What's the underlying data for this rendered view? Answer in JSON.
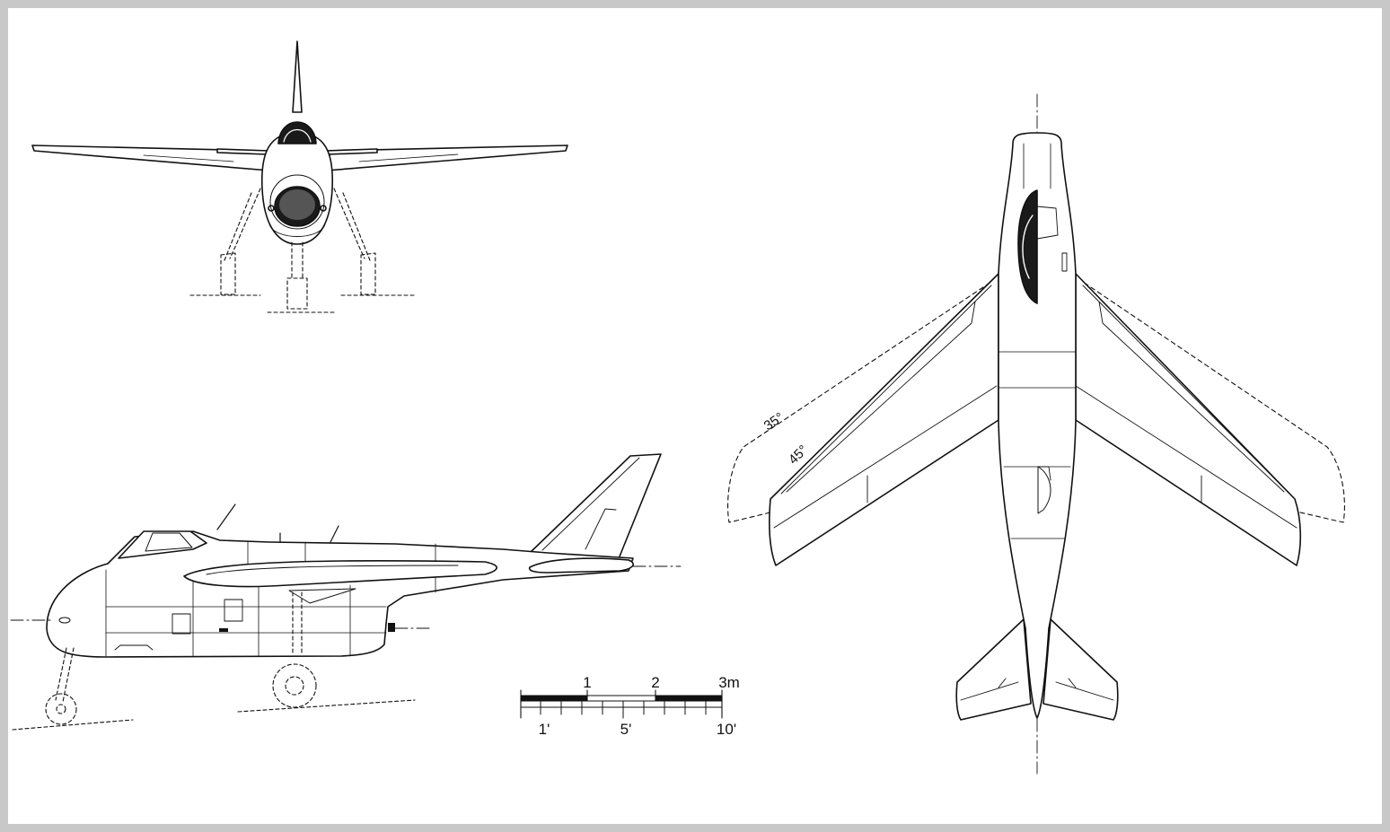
{
  "colors": {
    "frame": "#c8c8c8",
    "ink": "#111111",
    "canopy_dark": "#1a1a1a",
    "background": "#ffffff"
  },
  "scale_bar": {
    "metric_labels": [
      "1",
      "2",
      "3m"
    ],
    "imperial_labels": [
      "1'",
      "5'",
      "10'"
    ]
  },
  "sweep_angles": {
    "angle_a": "35°",
    "angle_b": "45°"
  }
}
